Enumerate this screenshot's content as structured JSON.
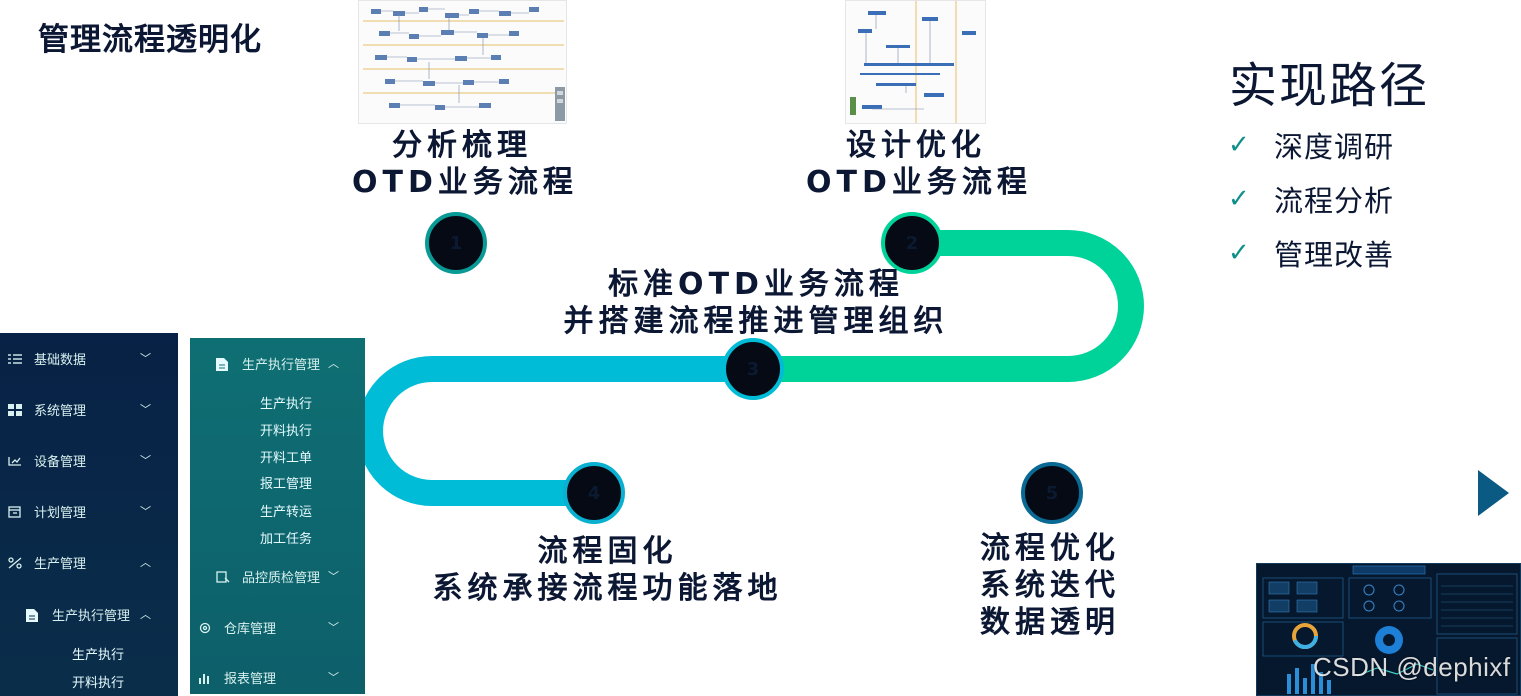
{
  "page_title": "管理流程透明化",
  "stages": [
    {
      "num": "1",
      "line1": "分析梳理",
      "line2": "OTD业务流程"
    },
    {
      "num": "2",
      "line1": "设计优化",
      "line2": "OTD业务流程"
    },
    {
      "num": "3",
      "line1": "标准OTD业务流程",
      "line2": "并搭建流程推进管理组织"
    },
    {
      "num": "4",
      "line1": "流程固化",
      "line2": "系统承接流程功能落地"
    },
    {
      "num": "5",
      "line1": "流程优化",
      "line2": "系统迭代",
      "line3": "数据透明"
    }
  ],
  "path": {
    "heading": "实现路径",
    "items": [
      "深度调研",
      "流程分析",
      "管理改善"
    ]
  },
  "menu_left": {
    "items": [
      {
        "label": "基础数据",
        "icon": "list-icon"
      },
      {
        "label": "系统管理",
        "icon": "grid-icon"
      },
      {
        "label": "设备管理",
        "icon": "device-icon"
      },
      {
        "label": "计划管理",
        "icon": "calendar-icon"
      },
      {
        "label": "生产管理",
        "icon": "percent-icon"
      }
    ],
    "sub_heading": "生产执行管理",
    "sub_items": [
      "生产执行",
      "开料执行"
    ]
  },
  "menu_right": {
    "heading": "生产执行管理",
    "sub_items": [
      "生产执行",
      "开料执行",
      "开料工单",
      "报工管理",
      "生产转运",
      "加工任务"
    ],
    "items": [
      {
        "label": "品控质检管理",
        "icon": "quality-icon"
      },
      {
        "label": "仓库管理",
        "icon": "warehouse-icon"
      },
      {
        "label": "报表管理",
        "icon": "chart-icon"
      }
    ]
  },
  "watermark": "CSDN @dephixf",
  "colors": {
    "teal": "#0a9a96",
    "green": "#00d39a",
    "cyan": "#00bcd6",
    "blue": "#0a86b8",
    "navy": "#0d5c80",
    "node": "#050a14"
  }
}
